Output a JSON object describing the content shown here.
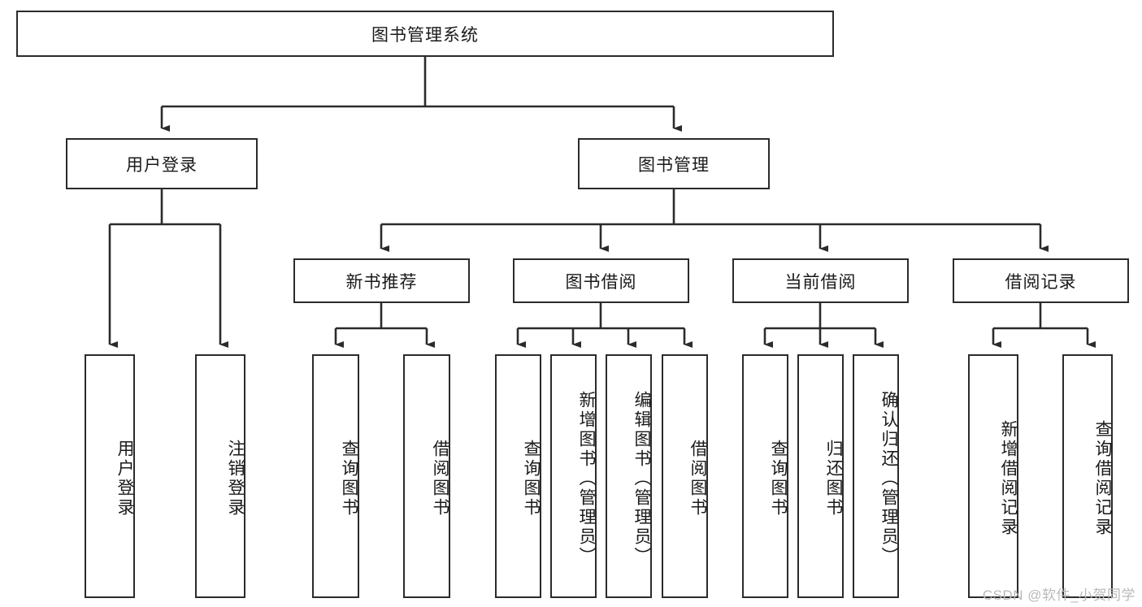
{
  "diagram": {
    "title": "图书管理系统",
    "type": "tree",
    "watermark": "CSDN @软件_小贺同学",
    "colors": {
      "box_border": "#2b2b2b",
      "box_fill": "#ffffff",
      "connector": "#2b2b2b",
      "text": "#1a1a1a",
      "watermark": "#b9b9b9"
    },
    "nodes": {
      "root": {
        "label": "图书管理系统",
        "orientation": "horizontal"
      },
      "level2": [
        {
          "id": "user-login",
          "label": "用户登录",
          "orientation": "horizontal"
        },
        {
          "id": "book-manage",
          "label": "图书管理",
          "orientation": "horizontal"
        }
      ],
      "level3": [
        {
          "id": "new-book-recommend",
          "label": "新书推荐",
          "orientation": "horizontal"
        },
        {
          "id": "book-borrow",
          "label": "图书借阅",
          "orientation": "horizontal"
        },
        {
          "id": "current-borrow",
          "label": "当前借阅",
          "orientation": "horizontal"
        },
        {
          "id": "borrow-record",
          "label": "借阅记录",
          "orientation": "horizontal"
        }
      ],
      "leaves": [
        {
          "id": "leaf-user-login",
          "label": "用户登录",
          "parent": "user-login",
          "orientation": "vertical"
        },
        {
          "id": "leaf-logout-login",
          "label": "注销登录",
          "parent": "user-login",
          "orientation": "vertical"
        },
        {
          "id": "leaf-query-book-1",
          "label": "查询图书",
          "parent": "new-book-recommend",
          "orientation": "vertical"
        },
        {
          "id": "leaf-borrow-book-1",
          "label": "借阅图书",
          "parent": "new-book-recommend",
          "orientation": "vertical"
        },
        {
          "id": "leaf-query-book-2",
          "label": "查询图书",
          "parent": "book-borrow",
          "orientation": "vertical"
        },
        {
          "id": "leaf-add-book",
          "label": "新增图书（管理员）",
          "parent": "book-borrow",
          "orientation": "vertical"
        },
        {
          "id": "leaf-edit-book",
          "label": "编辑图书（管理员）",
          "parent": "book-borrow",
          "orientation": "vertical"
        },
        {
          "id": "leaf-borrow-book-2",
          "label": "借阅图书",
          "parent": "book-borrow",
          "orientation": "vertical"
        },
        {
          "id": "leaf-query-book-3",
          "label": "查询图书",
          "parent": "current-borrow",
          "orientation": "vertical"
        },
        {
          "id": "leaf-return-book",
          "label": "归还图书",
          "parent": "current-borrow",
          "orientation": "vertical"
        },
        {
          "id": "leaf-confirm-return",
          "label": "确认归还（管理员）",
          "parent": "current-borrow",
          "orientation": "vertical"
        },
        {
          "id": "leaf-add-record",
          "label": "新增借阅记录",
          "parent": "borrow-record",
          "orientation": "vertical"
        },
        {
          "id": "leaf-query-record",
          "label": "查询借阅记录",
          "parent": "borrow-record",
          "orientation": "vertical"
        }
      ]
    }
  }
}
